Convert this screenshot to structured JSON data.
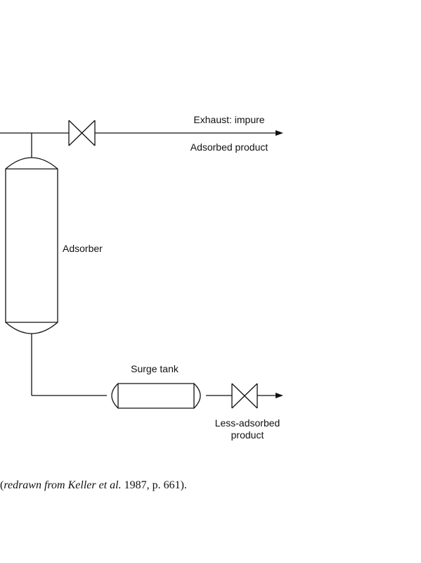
{
  "diagram": {
    "labels": {
      "exhaust": "Exhaust: impure",
      "adsorbed": "Adsorbed product",
      "adsorber": "Adsorber",
      "surge_tank": "Surge tank",
      "less_adsorbed_line1": "Less-adsorbed",
      "less_adsorbed_line2": "product"
    },
    "line_color": "#111111"
  },
  "caption": {
    "prefix": "(",
    "italic": "redrawn from Keller et al.",
    "suffix": " 1987, p. 661)."
  }
}
